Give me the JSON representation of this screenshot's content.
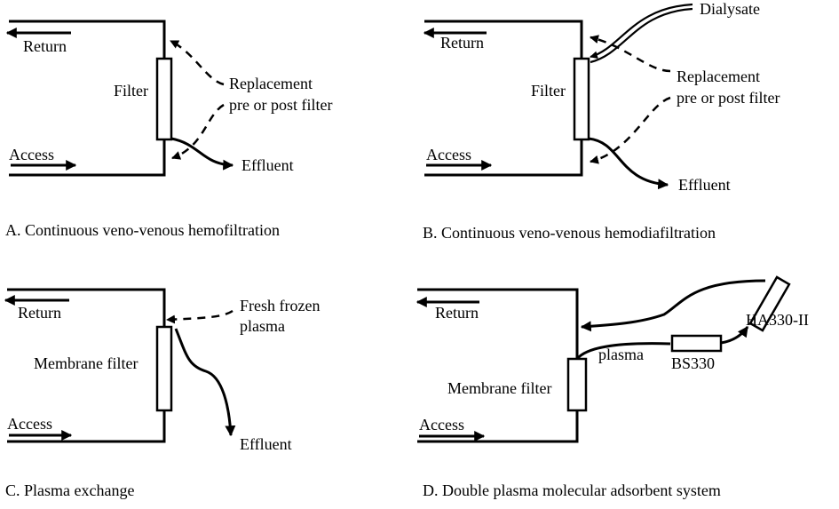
{
  "panels": {
    "a": {
      "caption": "A. Continuous veno-venous hemofiltration",
      "return": "Return",
      "access": "Access",
      "filter": "Filter",
      "replacement_1": "Replacement",
      "replacement_2": "pre or post filter",
      "effluent": "Effluent"
    },
    "b": {
      "caption": "B. Continuous veno-venous hemodiafiltration",
      "return": "Return",
      "access": "Access",
      "filter": "Filter",
      "dialysate": "Dialysate",
      "replacement_1": "Replacement",
      "replacement_2": "pre or post filter",
      "effluent": "Effluent"
    },
    "c": {
      "caption": "C. Plasma exchange",
      "return": "Return",
      "access": "Access",
      "filter": "Membrane filter",
      "ffp_1": "Fresh frozen",
      "ffp_2": "plasma",
      "effluent": "Effluent"
    },
    "d": {
      "caption": "D. Double plasma molecular adsorbent system",
      "return": "Return",
      "access": "Access",
      "filter": "Membrane filter",
      "plasma": "plasma",
      "bs330": "BS330",
      "ha330": "HA330-II"
    }
  },
  "colors": {
    "ink": "#000000",
    "background": "#ffffff"
  }
}
